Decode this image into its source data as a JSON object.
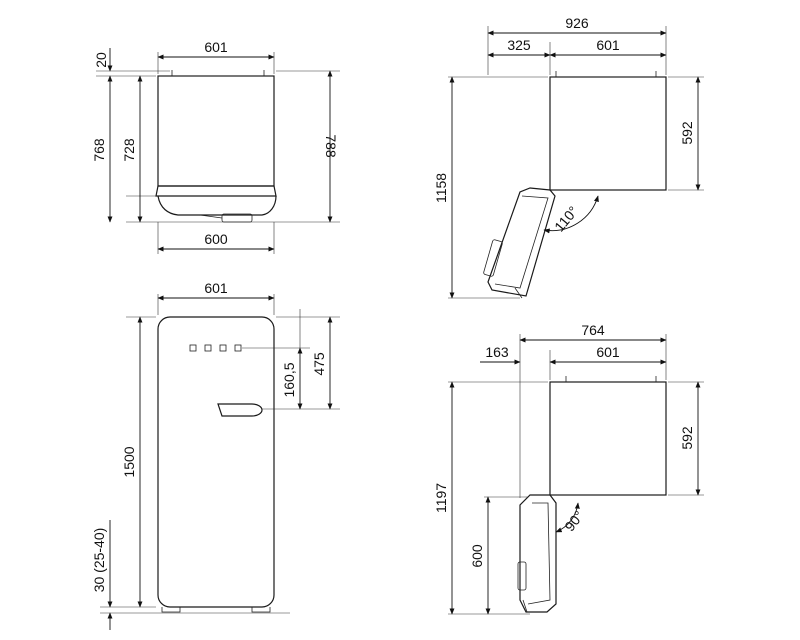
{
  "dimensions": {
    "top_view": {
      "width_top": "601",
      "gap_top": "20",
      "depth_768": "768",
      "depth_728": "728",
      "depth_788": "788",
      "width_bottom": "600"
    },
    "front_view": {
      "width": "601",
      "height": "1500",
      "feet": "30 (25-40)",
      "logo_offset": "160,5",
      "handle_offset": "475"
    },
    "door_open_110": {
      "total": "926",
      "door": "325",
      "body": "601",
      "depth": "592",
      "height": "1158",
      "angle": "110°"
    },
    "door_open_90": {
      "total": "764",
      "door": "163",
      "body": "601",
      "depth": "592",
      "height": "1197",
      "door_height": "600",
      "angle": "90°"
    }
  },
  "colors": {
    "line": "#1a1a1a",
    "background": "#ffffff"
  }
}
